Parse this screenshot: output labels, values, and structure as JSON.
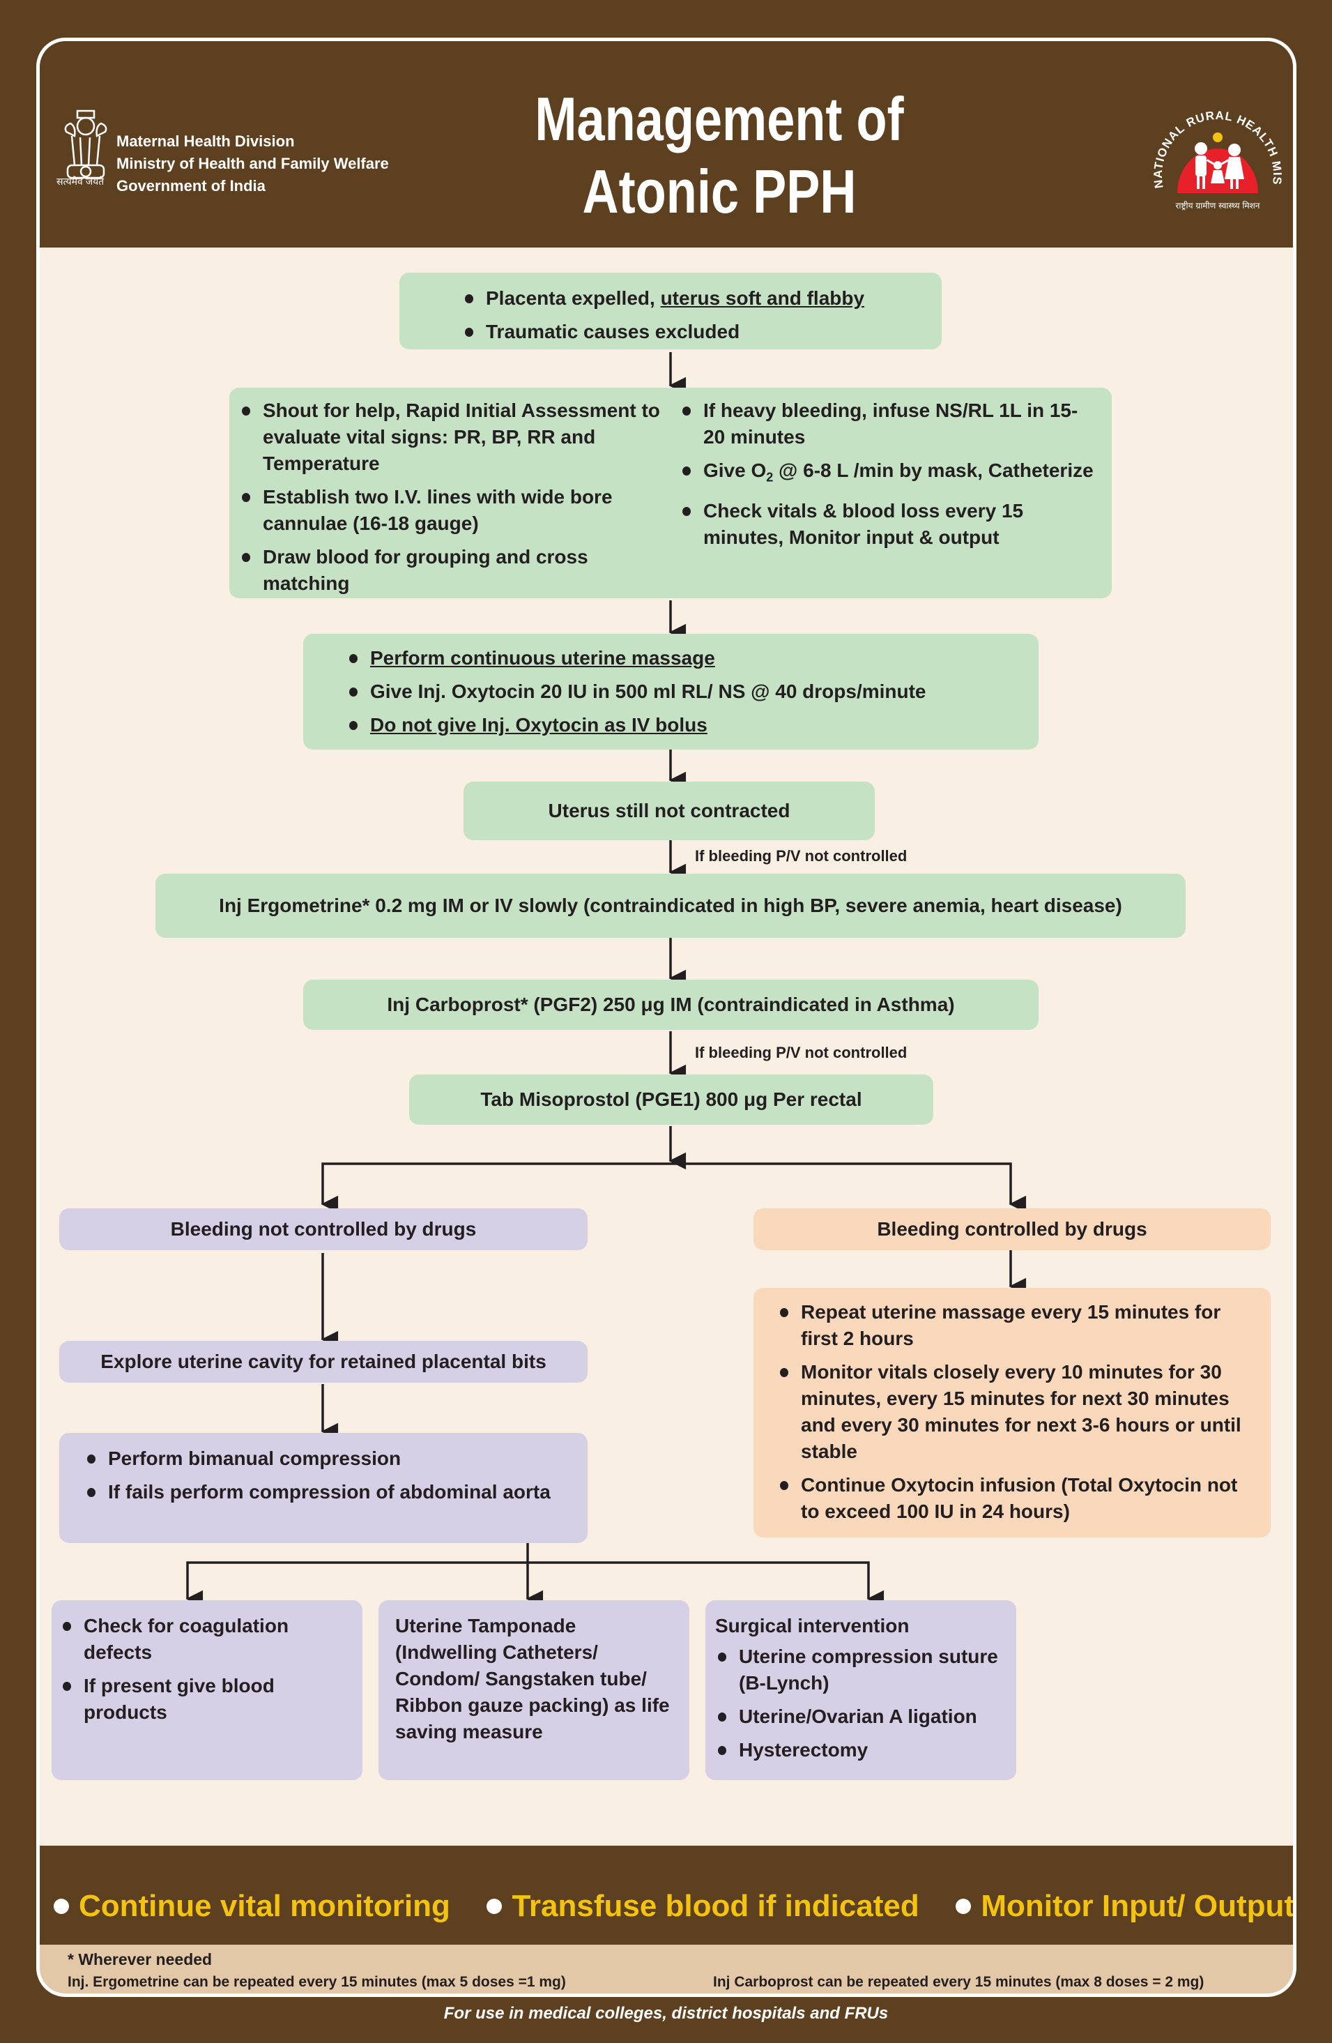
{
  "header": {
    "title_line1": "Management of",
    "title_line2": "Atonic PPH",
    "org_lines": [
      "Maternal Health Division",
      "Ministry of Health and Family Welfare",
      "Government of India"
    ],
    "motto_hindi": "सत्यमेव जयते",
    "nrhm_logo_text": "NATIONAL RURAL HEALTH MISSION",
    "nrhm_hindi": "राष्ट्रीय ग्रामीण स्वास्थ्य मिशन"
  },
  "colors": {
    "brown": "#5c4020",
    "cream": "#f9efe3",
    "green_box": "#c6e2c4",
    "purple_box": "#d5d0e6",
    "peach_box": "#f9d8bb",
    "notes_band": "#e3c8a8",
    "yellow_text": "#f4c30f",
    "nrhm_red": "#e8202a"
  },
  "flow": {
    "start": {
      "item1_prefix": "Placenta expelled, ",
      "item1_underlined": "uterus soft and flabby",
      "item2": "Traumatic causes excluded"
    },
    "initial": {
      "left": [
        "Shout for help, Rapid Initial Assessment to evaluate vital signs: PR, BP, RR and Temperature",
        "Establish two I.V. lines with wide bore cannulae (16-18 gauge)",
        "Draw blood for grouping and cross matching"
      ],
      "right1": "If  heavy bleeding, infuse NS/RL 1L in 15-20 minutes",
      "right2_a": "Give O",
      "right2_sub": "2",
      "right2_b": " @ 6-8 L /min by mask, Catheterize",
      "right3": "Check vitals & blood loss every 15 minutes, Monitor input & output"
    },
    "oxytocin": {
      "item1": "Perform continuous uterine massage",
      "item2": "Give Inj. Oxytocin 20 IU in 500 ml RL/ NS @ 40 drops/minute",
      "item3": "Do not give Inj. Oxytocin as IV bolus"
    },
    "not_contracted": "Uterus still not contracted",
    "if_not_controlled_1": "If bleeding P/V not controlled",
    "ergometrine": "Inj Ergometrine* 0.2 mg IM or IV slowly (contraindicated in high BP, severe anemia, heart disease)",
    "carboprost": "Inj Carboprost* (PGF2) 250 μg IM (contraindicated in Asthma)",
    "if_not_controlled_2": "If bleeding P/V not controlled",
    "misoprostol": "Tab Misoprostol (PGE1) 800 μg Per rectal",
    "left_branch": {
      "title": "Bleeding not controlled by drugs",
      "explore": "Explore uterine cavity for retained placental bits",
      "compression": [
        "Perform bimanual compression",
        "If fails perform compression of abdominal aorta"
      ]
    },
    "right_branch": {
      "title": "Bleeding controlled by drugs",
      "items": [
        "Repeat uterine massage every 15 minutes for first 2 hours",
        "Monitor vitals closely every 10 minutes for 30 minutes, every 15 minutes for next 30 minutes and every 30 minutes for next 3-6 hours or until stable",
        "Continue Oxytocin infusion (Total Oxytocin not to exceed 100 IU in 24 hours)"
      ]
    },
    "final": {
      "coagulation": [
        "Check for coagulation defects",
        "If present give blood products"
      ],
      "tamponade": "Uterine Tamponade (Indwelling Catheters/ Condom/ Sangstaken tube/ Ribbon gauze packing) as life saving measure",
      "surgical_title": "Surgical intervention",
      "surgical_items": [
        "Uterine compression suture (B-Lynch)",
        "Uterine/Ovarian A ligation",
        "Hysterectomy"
      ]
    }
  },
  "bottom": {
    "items": [
      "Continue vital monitoring",
      "Transfuse blood if indicated",
      "Monitor Input/ Output"
    ]
  },
  "notes": {
    "asterisk": "* Wherever needed",
    "ergometrine": "Inj. Ergometrine can be repeated every 15 minutes (max 5 doses  =1 mg)",
    "carboprost": "Inj Carboprost can be repeated every 15 minutes (max 8 doses =  2 mg)"
  },
  "footer": "For use in medical colleges, district hospitals and FRUs"
}
